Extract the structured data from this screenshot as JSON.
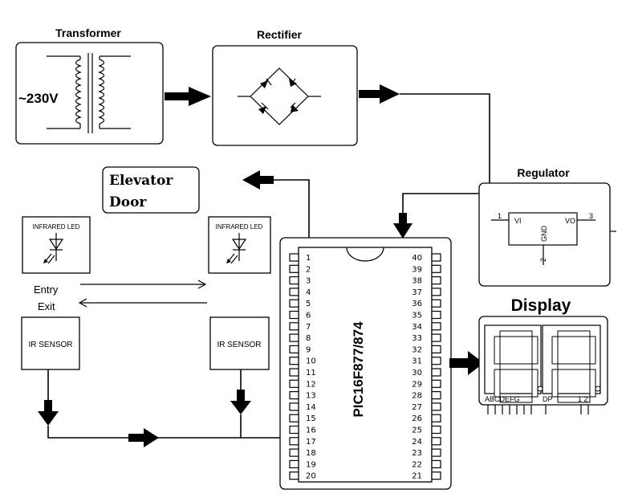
{
  "transformer": {
    "title": "Transformer",
    "voltage": "~230V"
  },
  "rectifier": {
    "title": "Rectifier"
  },
  "regulator": {
    "title": "Regulator",
    "pin1": "1",
    "pin2": "2",
    "pin3": "3",
    "vi": "VI",
    "vo": "VO",
    "gnd": "GND"
  },
  "elevator_door": {
    "line1": "Elevator",
    "line2": "Door"
  },
  "infrared_led": {
    "label": "INFRARED LED"
  },
  "ir_sensor": {
    "label": "IR SENSOR"
  },
  "entry_label": "Entry",
  "exit_label": "Exit",
  "mcu": {
    "name": "PIC16F877/874",
    "left_pins": [
      "1",
      "2",
      "3",
      "4",
      "5",
      "6",
      "7",
      "8",
      "9",
      "10",
      "11",
      "12",
      "13",
      "14",
      "15",
      "16",
      "17",
      "18",
      "19",
      "20"
    ],
    "right_pins": [
      "40",
      "39",
      "38",
      "37",
      "36",
      "35",
      "34",
      "33",
      "32",
      "31",
      "30",
      "29",
      "28",
      "27",
      "26",
      "25",
      "24",
      "23",
      "22",
      "21"
    ]
  },
  "display": {
    "title": "Display",
    "segments_label": "ABCDEFG",
    "dp_label": "DP",
    "digits_label": "1 2"
  }
}
